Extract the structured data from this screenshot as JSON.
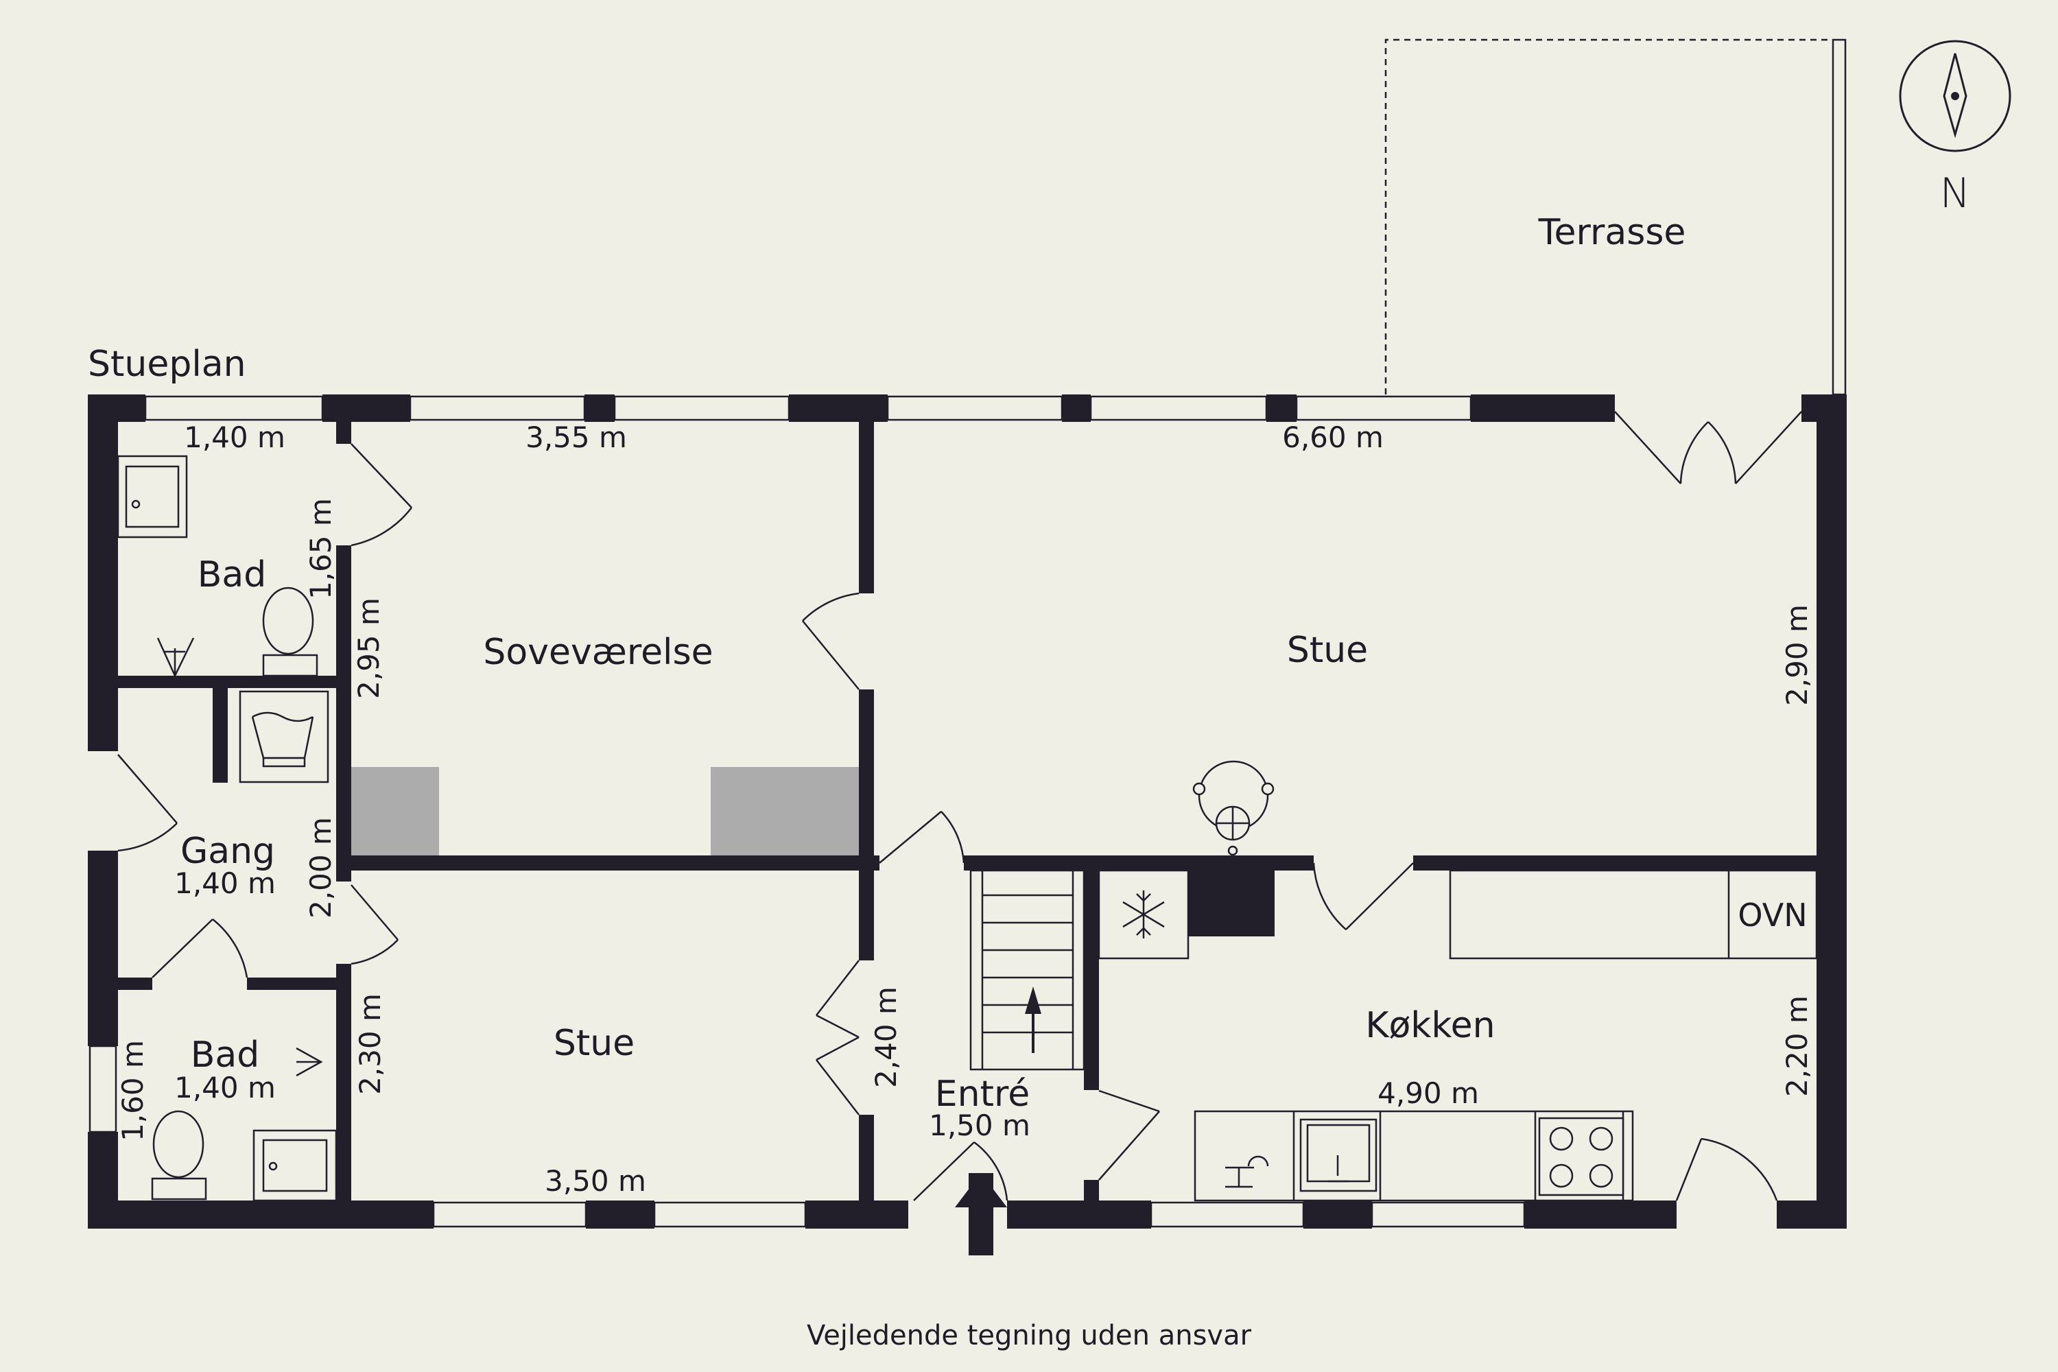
{
  "plan": {
    "floor_title": "Stueplan",
    "compass_letter": "N",
    "footer": "Vejledende tegning uden ansvar",
    "rooms": {
      "terrace": "Terrasse",
      "bath_top": "Bad",
      "bedroom": "Soveværelse",
      "living_large": "Stue",
      "hall": "Gang",
      "hall_dim": "1,40 m",
      "bath_bottom": "Bad",
      "bath_bottom_dim": "1,40 m",
      "living_small": "Stue",
      "entry": "Entré",
      "entry_dim": "1,50 m",
      "kitchen": "Køkken",
      "oven": "OVN"
    },
    "dimensions": {
      "bath_top_width": "1,40 m",
      "bath_top_depth": "1,65 m",
      "bedroom_width": "3,55 m",
      "bedroom_depth": "2,95 m",
      "living_large_width": "6,60 m",
      "living_large_depth": "2,90 m",
      "hall_depth": "2,00 m",
      "bath_bottom_depth": "1,60 m",
      "living_small_depth": "2,30 m",
      "living_small_width": "3,50 m",
      "entry_depth": "2,40 m",
      "kitchen_width": "4,90 m",
      "kitchen_depth": "2,20 m"
    }
  }
}
